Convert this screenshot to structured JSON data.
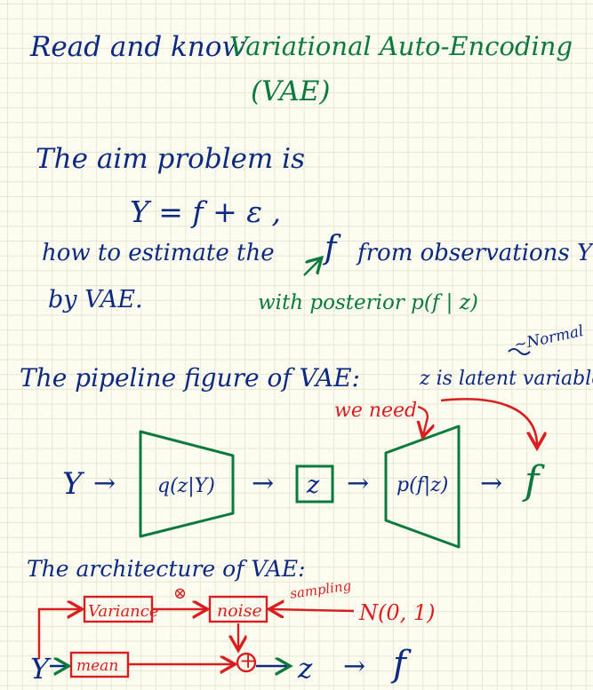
{
  "title": {
    "prefix": "Read and know",
    "topic": "Variational Auto-Encoding",
    "abbr": "(VAE)"
  },
  "problem": {
    "intro": "The aim problem is",
    "equation": "Y = f + ε ,",
    "question": "how to estimate the",
    "f_symbol": "f",
    "question_tail": "from observations Y",
    "by": "by VAE.",
    "note": "with posterior p(f | z)"
  },
  "pipeline": {
    "heading": "The pipeline figure of VAE:",
    "latent_note": "z is latent variable",
    "normal_note": "~Normal",
    "we_need": "we need",
    "input": "Y",
    "encoder": "q(z|Y)",
    "latent": "z",
    "decoder": "p(f|z)",
    "output": "f",
    "arrow": "→"
  },
  "architecture": {
    "heading": "The architecture of VAE:",
    "variance": "Variance",
    "noise": "noise",
    "mean": "mean",
    "times": "⊗",
    "plus": "+",
    "sampling": "sampling",
    "normal": "N(0, 1)",
    "input": "Y",
    "latent": "z",
    "output": "f",
    "arrow": "→"
  },
  "colors": {
    "blue_ink": "#0d2a82",
    "green_ink": "#0c7a3c",
    "red_ink": "#d81e1e",
    "paper": "#fdfcf0"
  }
}
